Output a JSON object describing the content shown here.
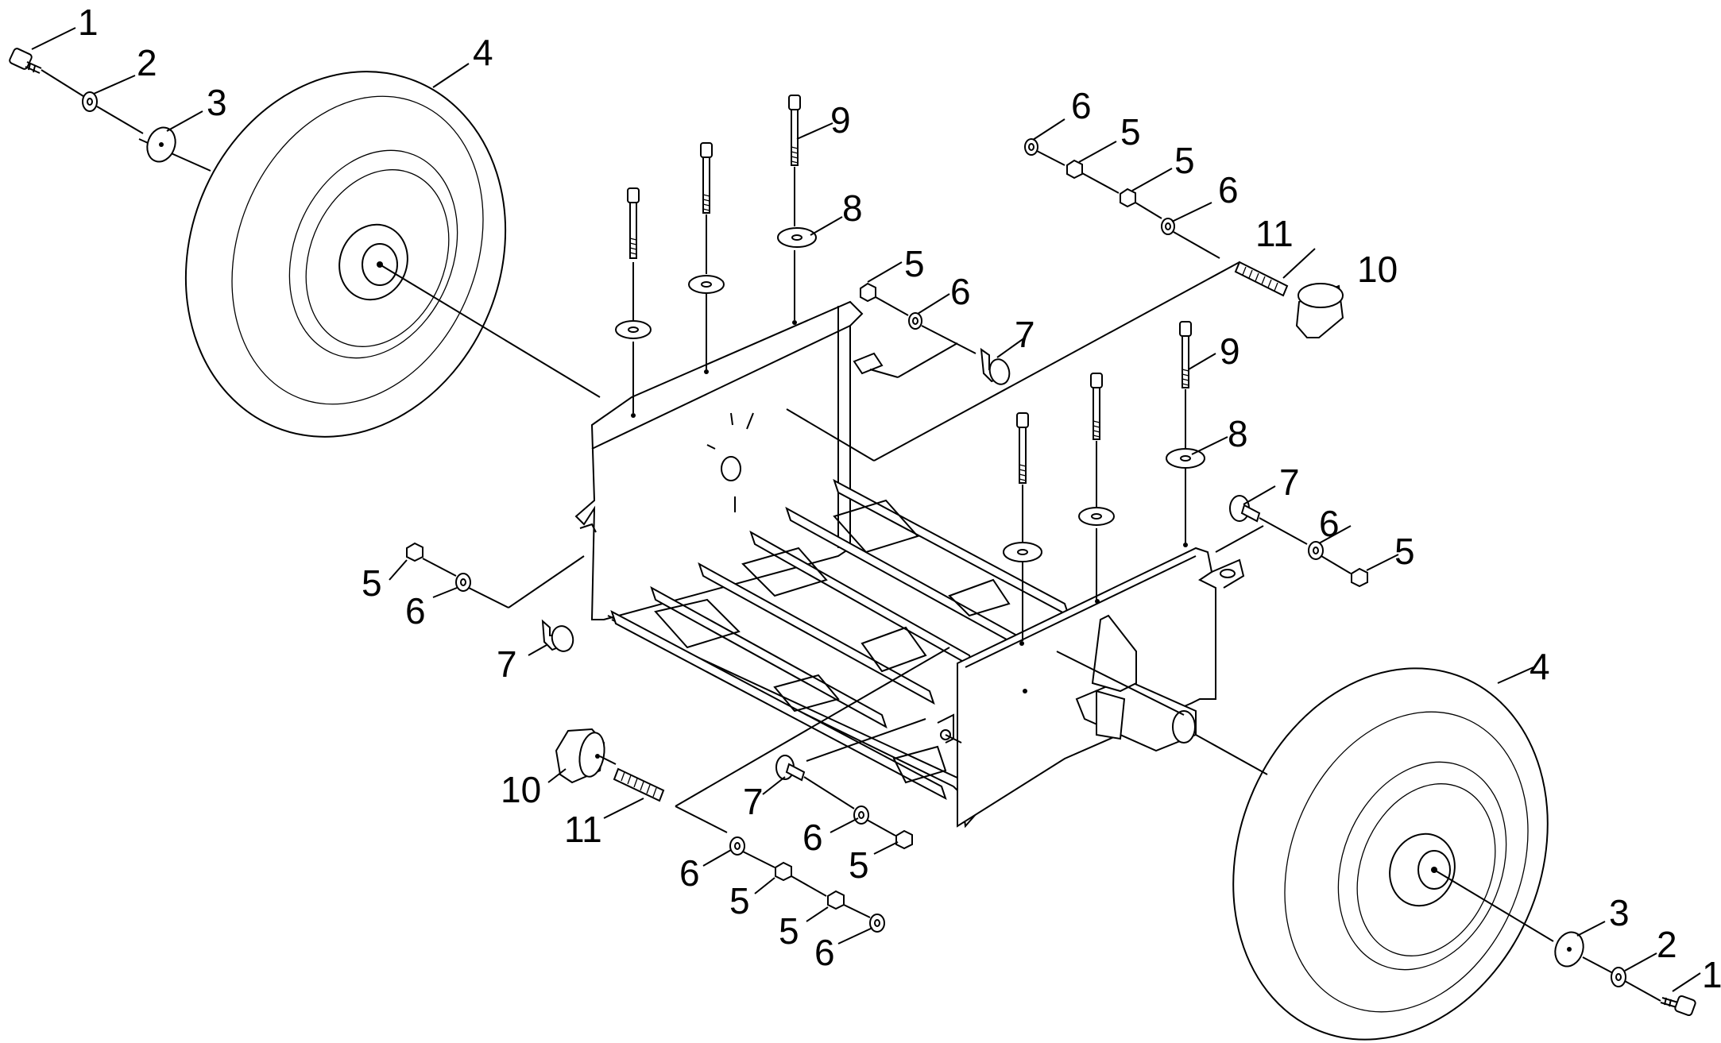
{
  "callouts": [
    {
      "id": "c1",
      "text": "1"
    },
    {
      "id": "c2",
      "text": "2"
    },
    {
      "id": "c3",
      "text": "3"
    },
    {
      "id": "c4",
      "text": "4"
    },
    {
      "id": "c9a",
      "text": "9"
    },
    {
      "id": "c8a",
      "text": "8"
    },
    {
      "id": "c6a",
      "text": "6"
    },
    {
      "id": "c5a",
      "text": "5"
    },
    {
      "id": "c5b",
      "text": "5"
    },
    {
      "id": "c6b",
      "text": "6"
    },
    {
      "id": "c11a",
      "text": "11"
    },
    {
      "id": "c10a",
      "text": "10"
    },
    {
      "id": "c5c",
      "text": "5"
    },
    {
      "id": "c6c",
      "text": "6"
    },
    {
      "id": "c7a",
      "text": "7"
    },
    {
      "id": "c9b",
      "text": "9"
    },
    {
      "id": "c8b",
      "text": "8"
    },
    {
      "id": "c7b",
      "text": "7"
    },
    {
      "id": "c6d",
      "text": "6"
    },
    {
      "id": "c5d",
      "text": "5"
    },
    {
      "id": "c5e",
      "text": "5"
    },
    {
      "id": "c6e",
      "text": "6"
    },
    {
      "id": "c7c",
      "text": "7"
    },
    {
      "id": "c4b",
      "text": "4"
    },
    {
      "id": "c10b",
      "text": "10"
    },
    {
      "id": "c11b",
      "text": "11"
    },
    {
      "id": "c7d",
      "text": "7"
    },
    {
      "id": "c6f",
      "text": "6"
    },
    {
      "id": "c5f",
      "text": "5"
    },
    {
      "id": "c6g",
      "text": "6"
    },
    {
      "id": "c5g",
      "text": "5"
    },
    {
      "id": "c5h",
      "text": "5"
    },
    {
      "id": "c6h",
      "text": "6"
    },
    {
      "id": "c3b",
      "text": "3"
    },
    {
      "id": "c2b",
      "text": "2"
    },
    {
      "id": "c1b",
      "text": "1"
    }
  ]
}
